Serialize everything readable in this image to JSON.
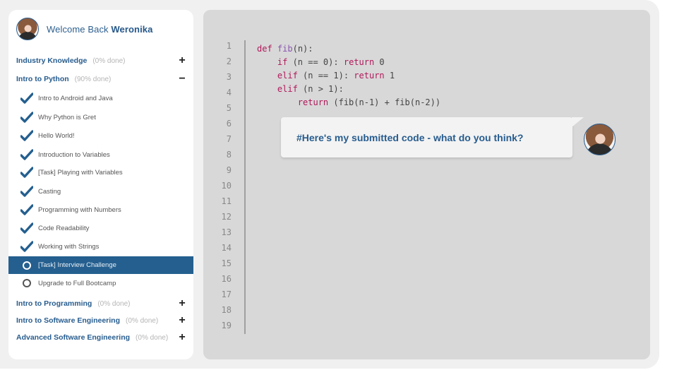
{
  "user": {
    "greeting": "Welcome Back",
    "name": "Weronika"
  },
  "sidebar": {
    "sections": [
      {
        "title": "Industry Knowledge",
        "progress": "(0% done)",
        "toggle": "+",
        "expanded": false
      },
      {
        "title": "Intro to Python",
        "progress": "(90% done)",
        "toggle": "−",
        "expanded": true,
        "lessons": [
          {
            "label": "Intro to Android and Java",
            "status": "complete"
          },
          {
            "label": "Why Python is Gret",
            "status": "complete"
          },
          {
            "label": "Hello World!",
            "status": "complete"
          },
          {
            "label": "Introduction to Variables",
            "status": "complete"
          },
          {
            "label": "[Task] Playing with Variables",
            "status": "complete"
          },
          {
            "label": "Casting",
            "status": "complete"
          },
          {
            "label": "Programming with Numbers",
            "status": "complete"
          },
          {
            "label": "Code Readability",
            "status": "complete"
          },
          {
            "label": "Working with Strings",
            "status": "complete"
          },
          {
            "label": "[Task] Interview Challenge",
            "status": "active"
          },
          {
            "label": "Upgrade to Full Bootcamp",
            "status": "incomplete"
          }
        ]
      },
      {
        "title": "Intro to Programming",
        "progress": "(0% done)",
        "toggle": "+",
        "expanded": false
      },
      {
        "title": "Intro to Software Engineering",
        "progress": "(0% done)",
        "toggle": "+",
        "expanded": false
      },
      {
        "title": "Advanced Software Engineering",
        "progress": "(0% done)",
        "toggle": "+",
        "expanded": false
      }
    ]
  },
  "editor": {
    "line_numbers": [
      "1",
      "2",
      "3",
      "4",
      "5",
      "6",
      "7",
      "8",
      "9",
      "10",
      "11",
      "12",
      "13",
      "14",
      "15",
      "16",
      "17",
      "18",
      "19"
    ],
    "code": [
      {
        "indent": "",
        "parts": [
          {
            "t": "def",
            "c": "kw"
          },
          {
            "t": " "
          },
          {
            "t": "fib",
            "c": "fn"
          },
          {
            "t": "(n):"
          }
        ]
      },
      {
        "indent": "    ",
        "parts": [
          {
            "t": "if",
            "c": "kw"
          },
          {
            "t": " (n == 0): "
          },
          {
            "t": "return",
            "c": "kw"
          },
          {
            "t": " 0"
          }
        ]
      },
      {
        "indent": "    ",
        "parts": [
          {
            "t": "elif",
            "c": "kw"
          },
          {
            "t": " (n == 1): "
          },
          {
            "t": "return",
            "c": "kw"
          },
          {
            "t": " 1"
          }
        ]
      },
      {
        "indent": "    ",
        "parts": [
          {
            "t": "elif",
            "c": "kw"
          },
          {
            "t": " (n > 1):"
          }
        ]
      },
      {
        "indent": "        ",
        "parts": [
          {
            "t": "return",
            "c": "kw"
          },
          {
            "t": " (fib(n-1) + fib(n-2))"
          }
        ]
      }
    ]
  },
  "chat": {
    "message": "#Here's my submitted code - what do you think?"
  },
  "colors": {
    "accent": "#245f8f",
    "keyword": "#b0195a",
    "function": "#8a55b0",
    "panel_bg": "#d8d8d8",
    "frame_bg": "#f0f0f0"
  }
}
